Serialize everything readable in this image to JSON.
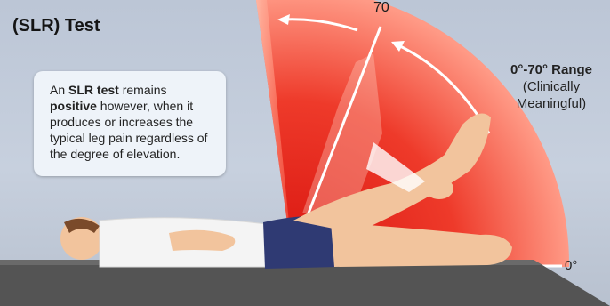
{
  "header": {
    "title": "(SLR) Test",
    "top_angle": "70"
  },
  "info_box": {
    "p1": "An ",
    "strong1": "SLR test",
    "p2": " remains ",
    "strong2": "positive",
    "p3": " however, when it produces or increases the typical leg pain regardless of the degree of elevation."
  },
  "range": {
    "title": "0°-70° Range",
    "line1": "(Clinically",
    "line2": "Meaningful)"
  },
  "zero_label": "0°",
  "colors": {
    "arc_inner": "#e8231f",
    "arc_outer": "#ff8d7a",
    "pants": "#2f3a73",
    "shirt": "#f4f4f4",
    "skin": "#f2c49d",
    "table": "#505050"
  }
}
